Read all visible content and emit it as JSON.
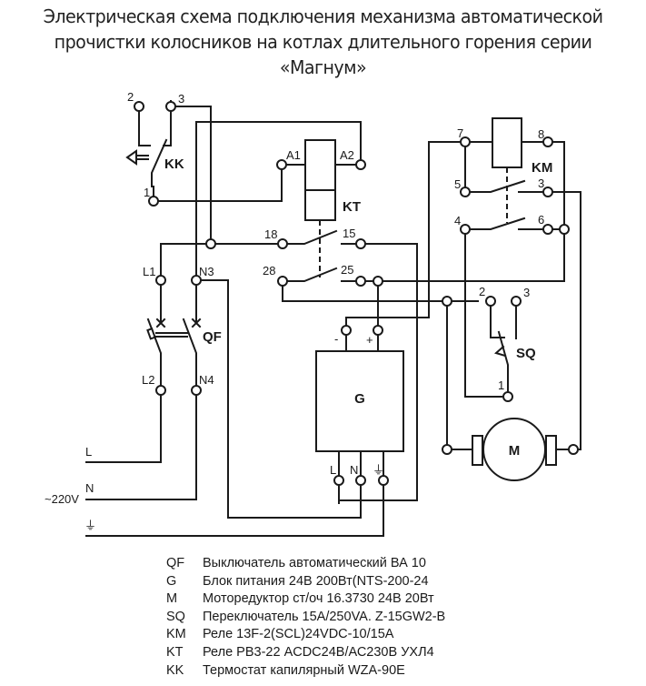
{
  "title": {
    "line1": "Электрическая схема подключения механизма автоматической",
    "line2": "прочистки колосников на котлах длительного горения серии",
    "line3": "«Магнум»"
  },
  "components": {
    "kk": {
      "label": "KK",
      "terminals": [
        "1",
        "2",
        "3"
      ]
    },
    "kt": {
      "label": "KT",
      "coil_terminals": [
        "A1",
        "A2"
      ],
      "contacts": [
        "18",
        "15",
        "28",
        "25"
      ]
    },
    "km": {
      "label": "KM",
      "coil_terminals": [
        "7",
        "8"
      ],
      "contacts": [
        "5",
        "3",
        "4",
        "6"
      ]
    },
    "qf": {
      "label": "QF",
      "terminals": [
        "L1",
        "N3",
        "L2",
        "N4"
      ]
    },
    "g": {
      "label": "G",
      "outputs": [
        "-",
        "+"
      ],
      "inputs": [
        "L",
        "N",
        "⏚"
      ]
    },
    "sq": {
      "label": "SQ",
      "terminals": [
        "2",
        "3",
        "1"
      ]
    },
    "m": {
      "label": "M"
    }
  },
  "supply": {
    "l": "L",
    "n": "N",
    "voltage": "~220V",
    "ground": "⏚"
  },
  "legend": [
    {
      "code": "QF",
      "text": "Выключатель автоматический ВА  10"
    },
    {
      "code": "G",
      "text": "Блок питания 24В 200Вт(NTS-200-24"
    },
    {
      "code": "M",
      "text": "Моторедуктор  ст/оч 16.3730 24В 20Вт"
    },
    {
      "code": "SQ",
      "text": "Переключатель 15А/250VA. Z-15GW2-B"
    },
    {
      "code": "KM",
      "text": "Реле 13F-2(SCL)24VDC-10/15A"
    },
    {
      "code": "KT",
      "text": "Реле РВ3-22 ACDC24В/АС230В УХЛ4"
    },
    {
      "code": "KK",
      "text": "Термостат капилярный WZA-90E"
    }
  ]
}
